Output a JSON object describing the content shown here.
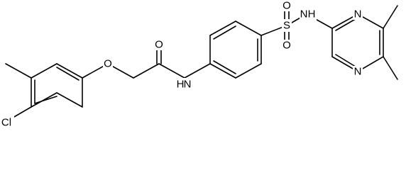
{
  "structure": {
    "atoms": [
      {
        "id": "cl",
        "label": "Cl"
      },
      {
        "id": "o_ether",
        "label": "O"
      },
      {
        "id": "o_carbonyl",
        "label": "O"
      },
      {
        "id": "n_amide",
        "label": "N"
      },
      {
        "id": "h_amide",
        "label": "H"
      },
      {
        "id": "s",
        "label": "S"
      },
      {
        "id": "o_s_top",
        "label": "O"
      },
      {
        "id": "o_s_bottom",
        "label": "O"
      },
      {
        "id": "n_sulfonamide",
        "label": "N"
      },
      {
        "id": "h_sulfonamide",
        "label": "H"
      },
      {
        "id": "n_pyr_top",
        "label": "N"
      },
      {
        "id": "n_pyr_bottom",
        "label": "N"
      }
    ]
  }
}
